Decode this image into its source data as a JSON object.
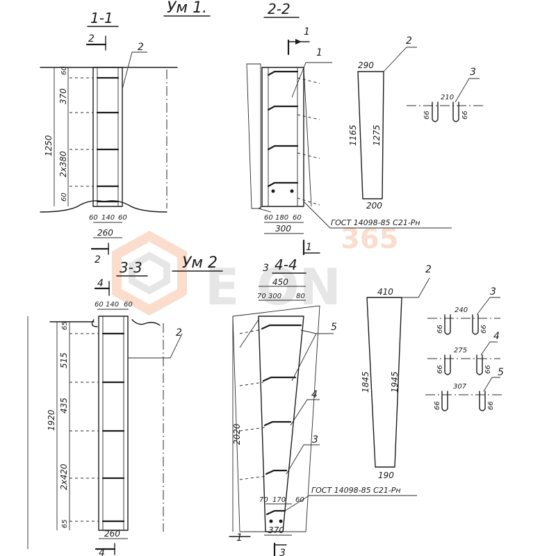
{
  "headings": {
    "um1": "Ум 1.",
    "um2": "Ум 2",
    "sec_1_1": "1-1",
    "sec_2_2": "2-2",
    "sec_3_3": "3-3",
    "sec_4_4": "4-4",
    "cut_2_top": "2",
    "cut_2_bottom": "2",
    "cut_1_top": "1",
    "cut_1_bottom": "1",
    "cut_4_top": "4",
    "cut_4_bottom": "4",
    "cut_3_top": "3",
    "cut_3_bottom": "3",
    "cut_1_lower": "1"
  },
  "leaders": {
    "l2_a": "2",
    "l1_a": "1",
    "l2_b": "2",
    "l3_a": "3",
    "l2_c": "2",
    "l5_a": "5",
    "l4_a": "4",
    "l3_b": "3",
    "l2_d": "2",
    "l3_c": "3",
    "l4_b": "4",
    "l5_b": "5"
  },
  "dims_um1": {
    "d60a": "60",
    "d370": "370",
    "d1250": "1250",
    "d2x380": "2x380",
    "d60b": "60",
    "bot_60a": "60",
    "bot_140": "140",
    "bot_60b": "60",
    "bot_260": "260",
    "s2_60a": "60",
    "s2_180": "180",
    "s2_60b": "60",
    "s2_300": "300",
    "gost1": "ГОСТ 14098-85  С21-Рн"
  },
  "dims_elem2_top": {
    "w290": "290",
    "h1165": "1165",
    "h1275": "1275",
    "w200": "200"
  },
  "dims_elem3_top": {
    "w210": "210",
    "h66a": "66",
    "h66b": "66"
  },
  "dims_um2": {
    "top_60a": "60",
    "top_140": "140",
    "top_60b": "60",
    "d65a": "65",
    "d1920": "1920",
    "d515": "515",
    "d435": "435",
    "d2x420": "2x420",
    "d65b": "65",
    "bot_260": "260",
    "s4_450": "450",
    "s4_70": "70",
    "s4_300": "300",
    "s4_80": "80",
    "s4_2020": "2020",
    "s4_70b": "70",
    "s4_170": "170",
    "s4_60": "60",
    "s4_370": "370",
    "gost2": "ГОСТ 14098-85   С21-Рн"
  },
  "dims_elem2_bot": {
    "w410": "410",
    "h1845": "1845",
    "h1945": "1945",
    "w190": "190"
  },
  "dims_clips": {
    "c240": "240",
    "c275": "275",
    "c307": "307",
    "h66a": "66",
    "h66b": "66",
    "h66c": "66",
    "h66d": "66",
    "h66e": "66",
    "h66f": "66"
  },
  "watermark": {
    "brand": "E  ON",
    "sub": "365"
  },
  "colors": {
    "ink": "#1a1a1a",
    "watermark": "#f2a070",
    "watermark_gray": "#b8b8b8"
  }
}
